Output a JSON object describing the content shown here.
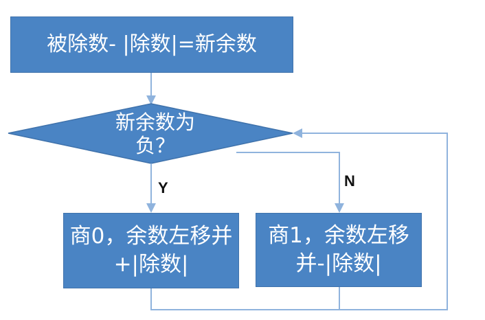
{
  "nodes": {
    "start": "被除数- |除数|=新余数",
    "decision": "新余数为负？",
    "left": "商0，余数左移并+|除数|",
    "right": "商1，余数左移并-|除数|"
  },
  "branches": {
    "yes": "Y",
    "no": "N"
  },
  "colors": {
    "node_fill": "#4a84c4",
    "node_border": "#3f72ab",
    "connector": "#8fb3dd",
    "text_light": "#ffffff",
    "text_dark": "#111111"
  }
}
